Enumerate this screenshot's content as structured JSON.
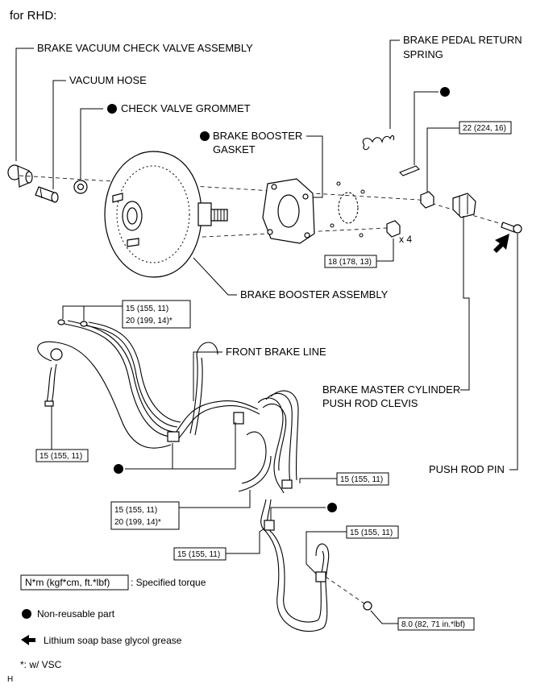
{
  "header": "for RHD:",
  "labels": {
    "check_valve_assembly": "BRAKE VACUUM CHECK VALVE ASSEMBLY",
    "vacuum_hose": "VACUUM HOSE",
    "check_valve_grommet": "CHECK VALVE GROMMET",
    "booster_gasket_1": "BRAKE BOOSTER",
    "booster_gasket_2": "GASKET",
    "return_spring_1": "BRAKE PEDAL RETURN",
    "return_spring_2": "SPRING",
    "booster_assembly": "BRAKE BOOSTER ASSEMBLY",
    "front_brake_line": "FRONT BRAKE LINE",
    "clevis_1": "BRAKE MASTER CYLINDER",
    "clevis_2": "PUSH ROD CLEVIS",
    "push_rod_pin": "PUSH ROD PIN",
    "qty_x4": "x 4"
  },
  "torques": {
    "clevis_nut": "22 (224, 16)",
    "booster_nut": "18 (178, 13)",
    "line_top_1": "15 (155, 11)",
    "line_top_2": "20 (199, 14)*",
    "line_left": "15 (155, 11)",
    "line_mid_right": "15 (155, 11)",
    "line_center_1": "15 (155, 11)",
    "line_center_2": "20 (199, 14)*",
    "line_lower_right": "15 (155, 11)",
    "line_bottom": "15 (155, 11)",
    "bolt": "8.0 (82, 71 in.*lbf)"
  },
  "legend": {
    "torque_box": "N*m (kgf*cm, ft.*lbf)",
    "torque_text": ": Specified torque",
    "non_reusable": "Non-reusable part",
    "grease": "Lithium soap base glycol grease",
    "vsc_note": "*: w/ VSC"
  },
  "footer_mark": "H"
}
